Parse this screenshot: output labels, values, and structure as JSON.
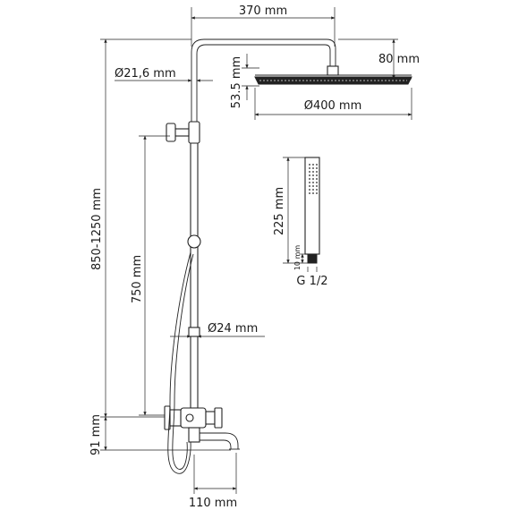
{
  "dimensions": {
    "top_width": "370 mm",
    "top_drop": "80 mm",
    "pipe_diameter": "Ø21,6 mm",
    "head_height": "53.5 mm",
    "head_diameter": "Ø400 mm",
    "total_height": "850-1250 mm",
    "slide_length": "750 mm",
    "hand_length": "225 mm",
    "hand_small": "10 mm",
    "thread": "G 1/2",
    "bar_diameter": "Ø24 mm",
    "bottom_height": "91 mm",
    "spout_length": "110 mm"
  }
}
